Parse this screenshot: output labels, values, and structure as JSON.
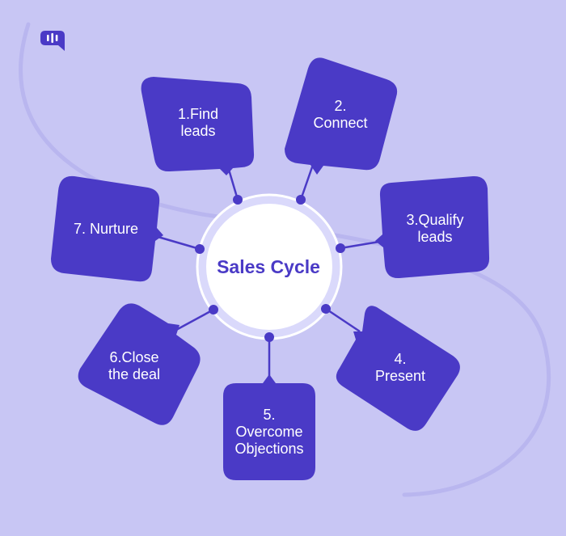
{
  "center": {
    "title": "Sales Cycle"
  },
  "steps": [
    {
      "label": "1.Find\nleads"
    },
    {
      "label": "2.\nConnect"
    },
    {
      "label": "3.Qualify\nleads"
    },
    {
      "label": "4.\nPresent"
    },
    {
      "label": "5.\nOvercome\nObjections"
    },
    {
      "label": "6.Close\nthe deal"
    },
    {
      "label": "7. Nurture"
    }
  ],
  "icons": {
    "logo": "chat-bubble-logo-icon"
  },
  "colors": {
    "background": "#c8c6f4",
    "bubble": "#4a3ac6",
    "ring": "#dad9fb",
    "swoosh": "#b9b6ef",
    "center_fill": "#ffffff",
    "label_text": "#ffffff"
  }
}
